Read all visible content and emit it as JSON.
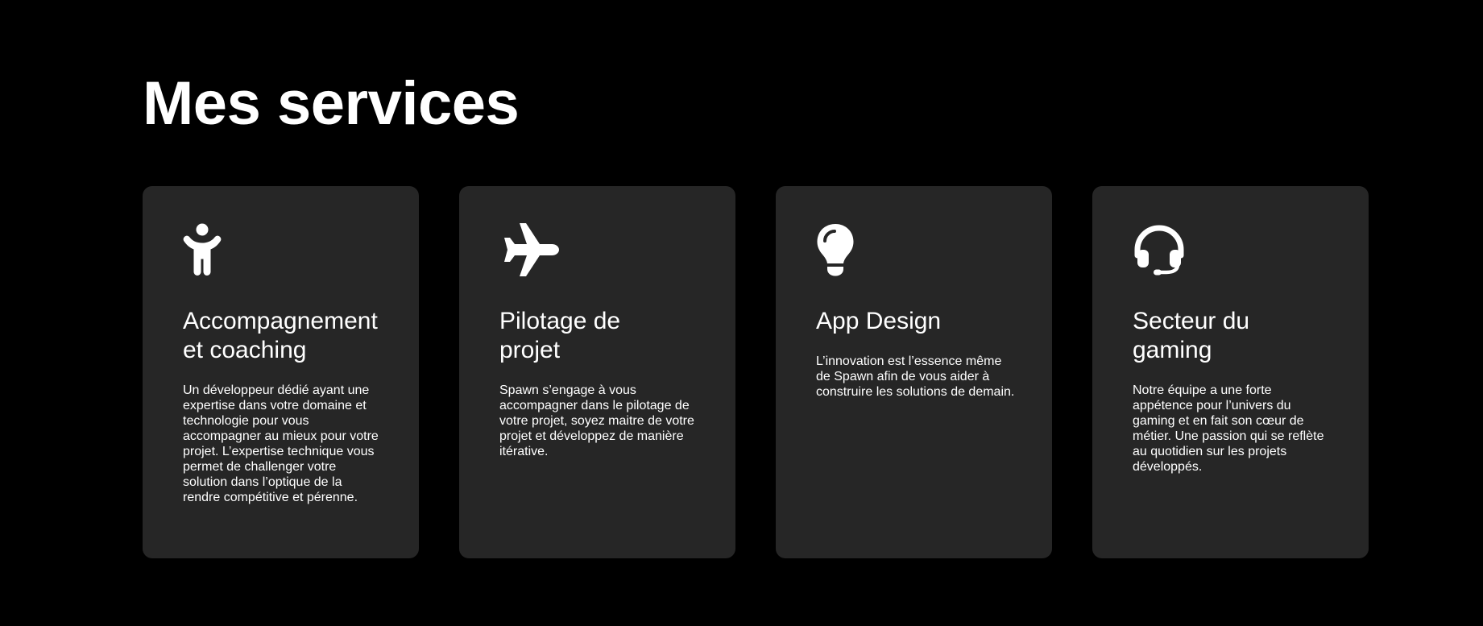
{
  "section": {
    "title": "Mes services"
  },
  "colors": {
    "background": "#000000",
    "card_background": "#262626",
    "text": "#ffffff"
  },
  "services": [
    {
      "icon": "child-icon",
      "title": "Accompagnement\net coaching",
      "description": "Un développeur dédié ayant une expertise dans votre domaine et technologie pour vous accompagner au mieux pour votre projet. L’expertise technique vous permet de challenger votre solution dans l’optique de la rendre compétitive et pérenne."
    },
    {
      "icon": "plane-icon",
      "title": "Pilotage de\nprojet",
      "description": "Spawn s’engage à vous accompagner dans le pilotage de votre projet, soyez maitre de votre projet et développez de manière itérative."
    },
    {
      "icon": "lightbulb-icon",
      "title": "App Design",
      "description": "L’innovation est l’essence même de Spawn afin de vous aider à construire les solutions de demain."
    },
    {
      "icon": "headset-icon",
      "title": "Secteur du\ngaming",
      "description": "Notre équipe a une forte appétence pour l’univers du gaming et en fait son cœur de métier. Une passion qui se reflète au quotidien sur les projets développés."
    }
  ]
}
